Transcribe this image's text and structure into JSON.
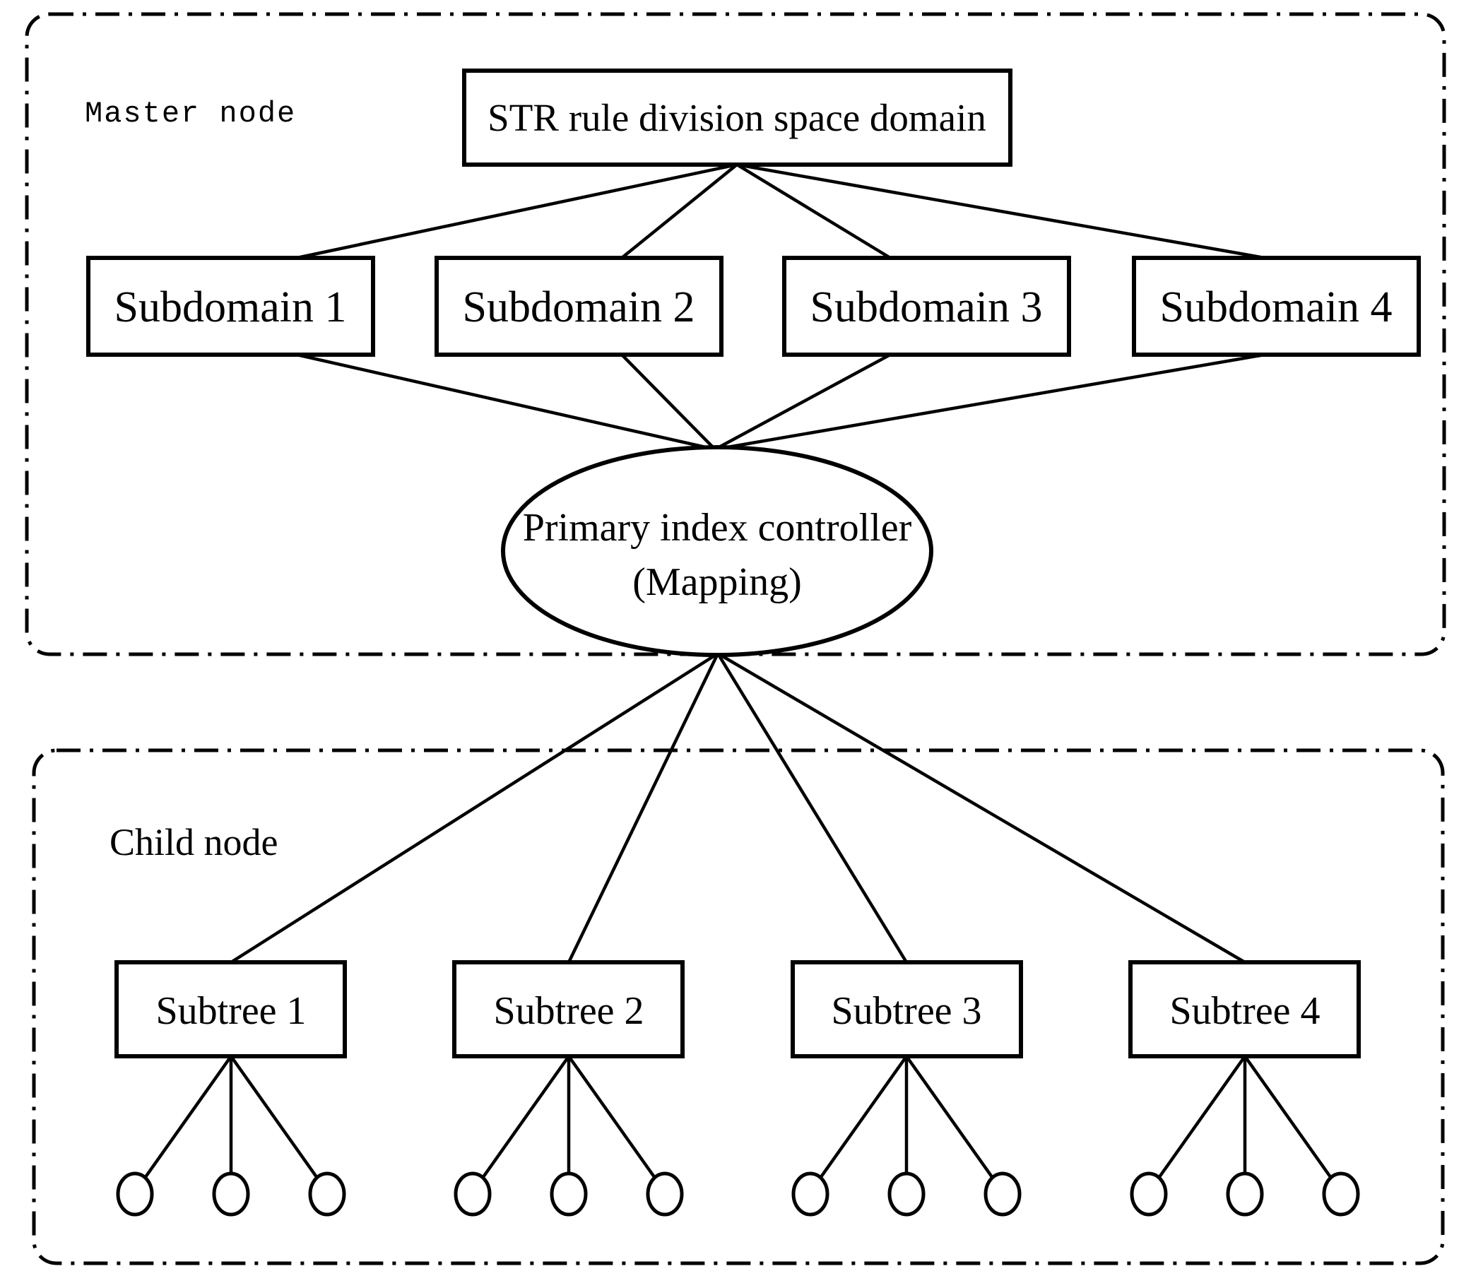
{
  "diagram": {
    "background_color": "#ffffff",
    "stroke_color": "#000000",
    "master_region": {
      "label": "Master node"
    },
    "child_region": {
      "label": "Child node"
    },
    "root_box": {
      "label": "STR rule division space domain"
    },
    "controller_ellipse": {
      "line1": "Primary index controller",
      "line2": "(Mapping)"
    },
    "subdomains": [
      {
        "label": "Subdomain 1"
      },
      {
        "label": "Subdomain 2"
      },
      {
        "label": "Subdomain 3"
      },
      {
        "label": "Subdomain 4"
      }
    ],
    "subtrees": [
      {
        "label": "Subtree 1"
      },
      {
        "label": "Subtree 2"
      },
      {
        "label": "Subtree 3"
      },
      {
        "label": "Subtree 4"
      }
    ],
    "leaf_circles_per_subtree": 3
  }
}
